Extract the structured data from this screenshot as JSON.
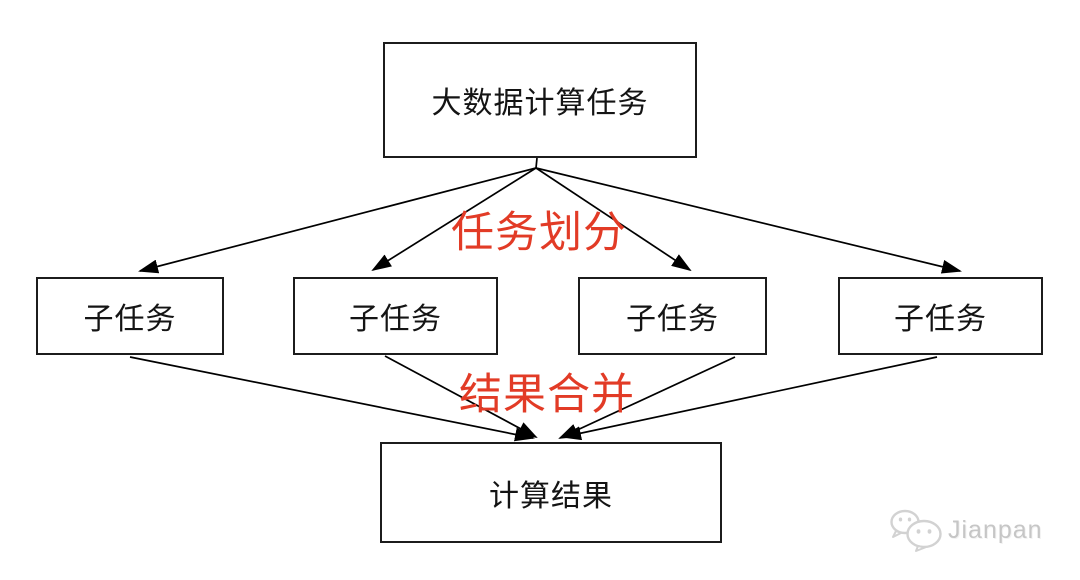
{
  "diagram": {
    "title_box": {
      "label": "大数据计算任务"
    },
    "subtask_boxes": [
      {
        "label": "子任务"
      },
      {
        "label": "子任务"
      },
      {
        "label": "子任务"
      },
      {
        "label": "子任务"
      }
    ],
    "result_box": {
      "label": "计算结果"
    },
    "split_label": {
      "text": "任务划分"
    },
    "merge_label": {
      "text": "结果合并"
    }
  },
  "watermark": {
    "icon": "wechat-icon",
    "text": "Jianpan"
  },
  "colors": {
    "accent_red": "#e23b26",
    "box_border": "#1c1c1c",
    "arrow": "#000000",
    "watermark_gray": "#c6c6c6",
    "background": "#ffffff"
  }
}
